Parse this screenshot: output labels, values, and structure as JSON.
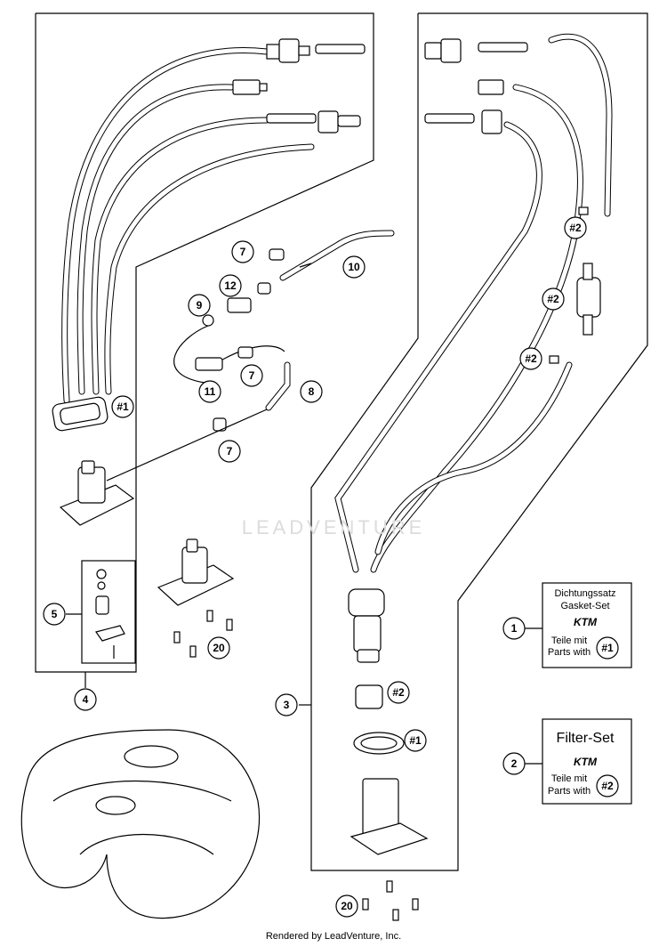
{
  "callouts": {
    "c1": "1",
    "c2": "2",
    "c3": "3",
    "c4": "4",
    "c5": "5",
    "c7a": "7",
    "c7b": "7",
    "c7c": "7",
    "c8": "8",
    "c9": "9",
    "c10": "10",
    "c11": "11",
    "c12": "12",
    "c20a": "20",
    "c20b": "20",
    "h1a": "#1",
    "h1b": "#1",
    "h2a": "#2",
    "h2b": "#2",
    "h2c": "#2",
    "h2d": "#2"
  },
  "gasket_box": {
    "line1": "Dichtungssatz",
    "line2": "Gasket-Set",
    "brand": "KTM",
    "line3": "Teile mit",
    "line4": "Parts with",
    "ref": "#1"
  },
  "filter_box": {
    "title": "Filter-Set",
    "brand": "KTM",
    "line3": "Teile mit",
    "line4": "Parts with",
    "ref": "#2"
  },
  "watermark": "LEADVENTURE",
  "footer": "Rendered by LeadVenture, Inc."
}
